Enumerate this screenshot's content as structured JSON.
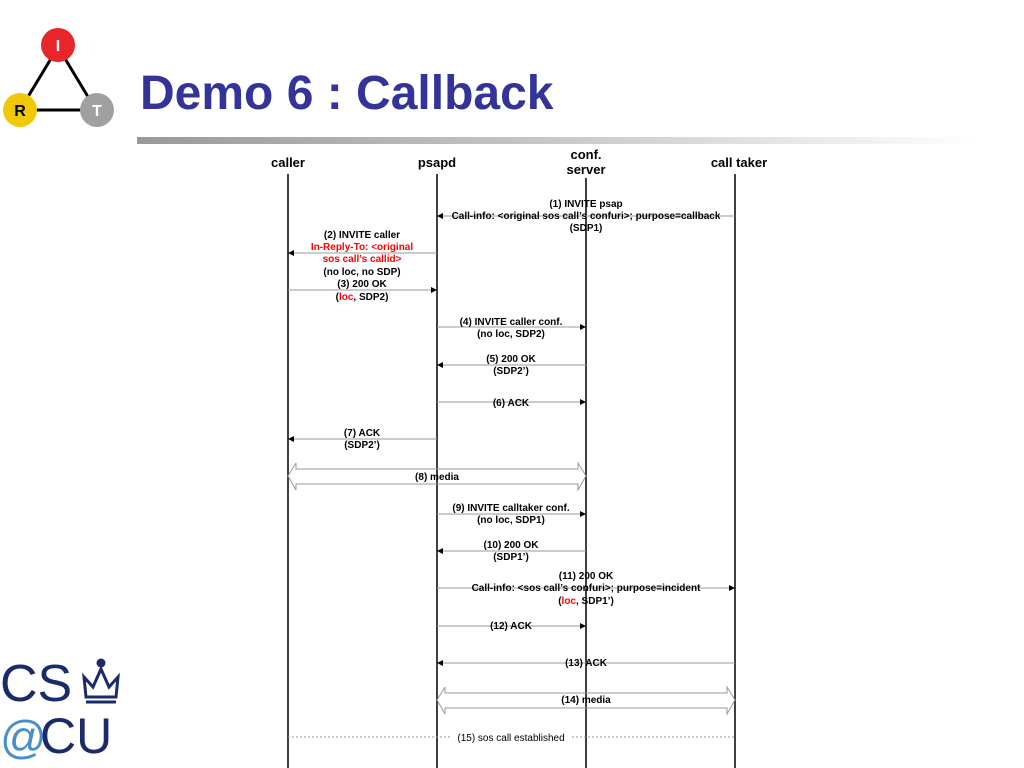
{
  "slide": {
    "title": "Demo 6 : Callback"
  },
  "logo_irt": {
    "top": "I",
    "left": "R",
    "right": "T",
    "colors": {
      "top": "#e8262a",
      "left": "#f0c808",
      "right": "#a0a0a0"
    }
  },
  "logo_cs": {
    "line1": "CS",
    "line2_at": "@",
    "line2_cu": "CU",
    "color": "#1a2a6b",
    "at_color": "#4a90c8"
  },
  "accent_color": "#ff0000",
  "lanes": [
    {
      "id": "caller",
      "label": "caller"
    },
    {
      "id": "psapd",
      "label": "psapd"
    },
    {
      "id": "conf",
      "label_line1": "conf.",
      "label_line2": "server"
    },
    {
      "id": "calltaker",
      "label": "call taker"
    }
  ],
  "messages": {
    "m1": {
      "l1": "(1) INVITE psap",
      "l2": "Call-info: <original sos call’s confuri>; purpose=callback",
      "l3": "(SDP1)"
    },
    "m2": {
      "l1": "(2) INVITE caller",
      "l2": "In-Reply-To: <original",
      "l3": "sos call’s callid>",
      "l4": "(no loc, no SDP)"
    },
    "m3": {
      "l1": "(3) 200 OK",
      "l2a": "(",
      "l2b": "loc",
      "l2c": ", SDP2)"
    },
    "m4": {
      "l1": "(4) INVITE caller conf.",
      "l2": "(no loc, SDP2)"
    },
    "m5": {
      "l1": "(5) 200 OK",
      "l2": "(SDP2’)"
    },
    "m6": {
      "l1": "(6) ACK"
    },
    "m7": {
      "l1": "(7) ACK",
      "l2": "(SDP2’)"
    },
    "m8": {
      "l1": "(8) media"
    },
    "m9": {
      "l1": "(9) INVITE calltaker conf.",
      "l2": "(no loc, SDP1)"
    },
    "m10": {
      "l1": "(10) 200 OK",
      "l2": "(SDP1’)"
    },
    "m11": {
      "l1": "(11) 200 OK",
      "l2": "Call-info: <sos call’s confuri>; purpose=incident",
      "l3a": "(",
      "l3b": "loc",
      "l3c": ", SDP1’)"
    },
    "m12": {
      "l1": "(12) ACK"
    },
    "m13": {
      "l1": "(13) ACK"
    },
    "m14": {
      "l1": "(14) media"
    },
    "m15": {
      "l1": "(15) sos call established"
    }
  }
}
